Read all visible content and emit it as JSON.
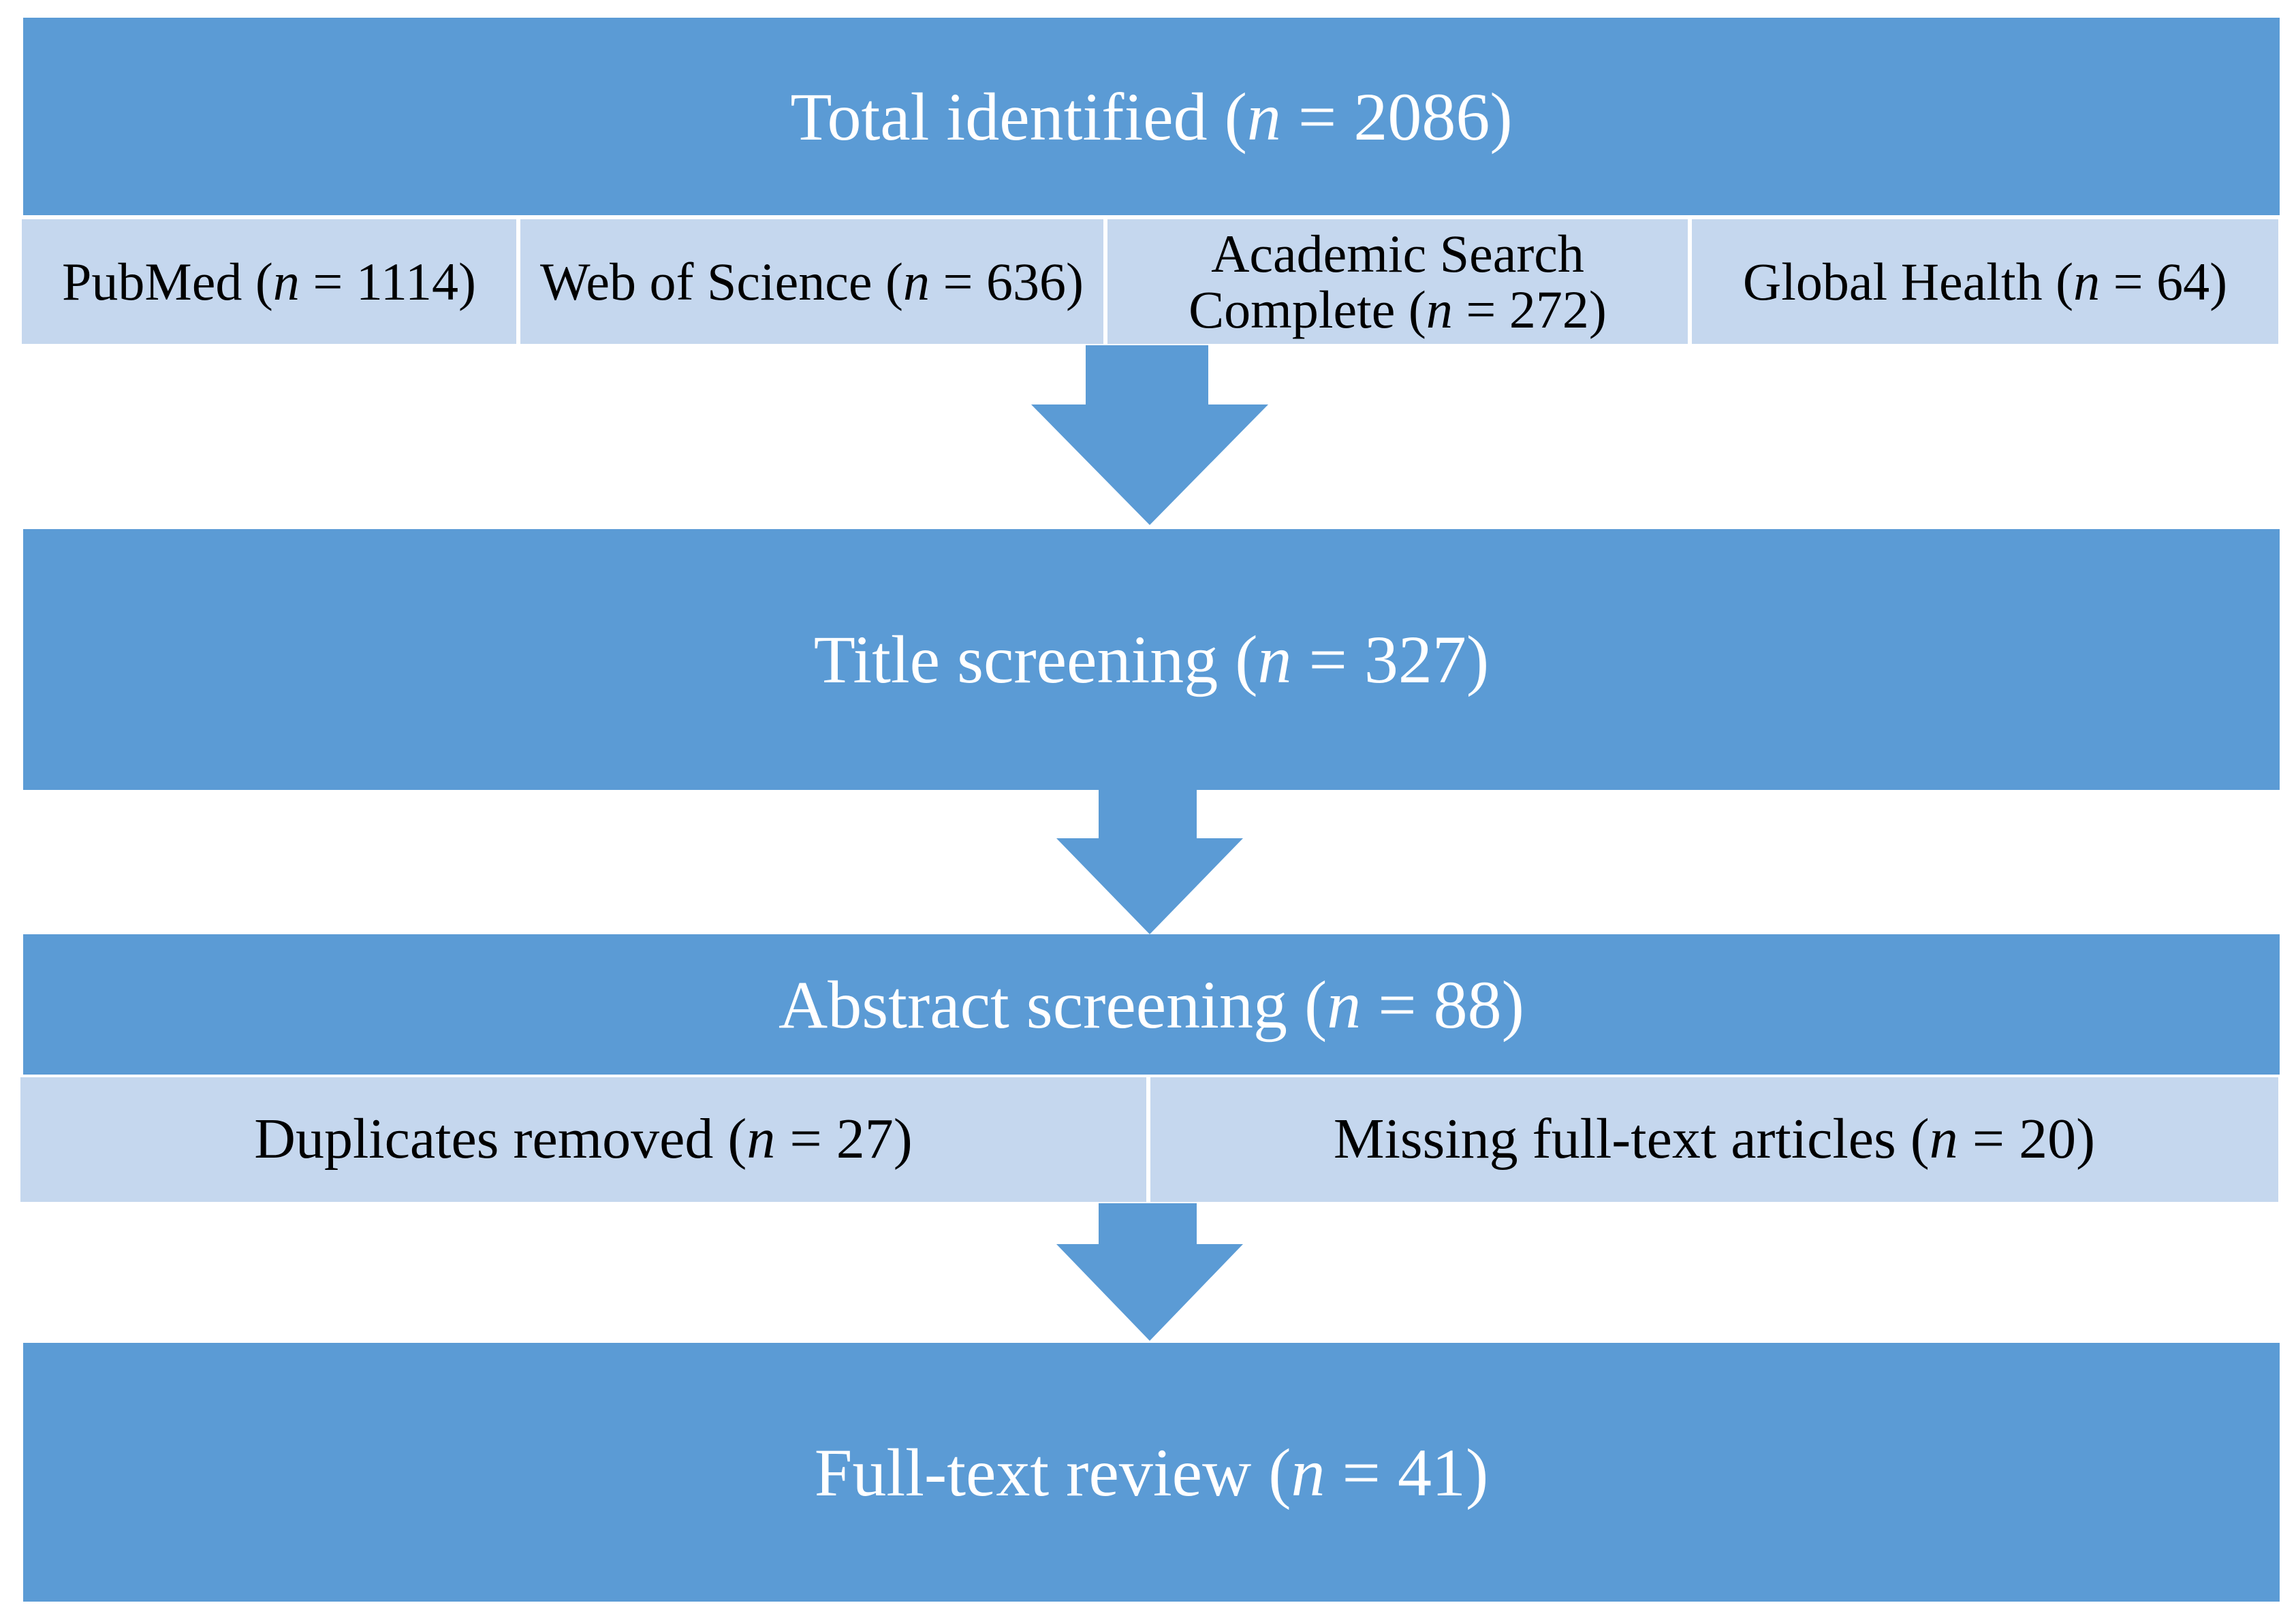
{
  "colors": {
    "box": "#5b9bd5",
    "sub_box": "#c5d7ee",
    "arrow": "#5b9bd5"
  },
  "total": {
    "pre": "Total identified (",
    "n": "n",
    "post": " = 2086)"
  },
  "sources": [
    {
      "pre": "PubMed (",
      "n": "n",
      "post": " = 1114)"
    },
    {
      "pre": "Web of Science (",
      "n": "n",
      "post": " = 636)"
    },
    {
      "pre": "Academic Search Complete (",
      "n": "n",
      "post": " = 272)"
    },
    {
      "pre": "Global Health (",
      "n": "n",
      "post": " = 64)"
    }
  ],
  "title_screening": {
    "pre": "Title screening (",
    "n": "n",
    "post": " = 327)"
  },
  "abstract_screening": {
    "pre": "Abstract screening (",
    "n": "n",
    "post": " = 88)"
  },
  "exclusions": [
    {
      "pre": "Duplicates removed (",
      "n": "n",
      "post": " = 27)"
    },
    {
      "pre": "Missing full-text articles (",
      "n": "n",
      "post": " = 20)"
    }
  ],
  "full_text": {
    "pre": "Full-text review (",
    "n": "n",
    "post": " = 41)"
  }
}
